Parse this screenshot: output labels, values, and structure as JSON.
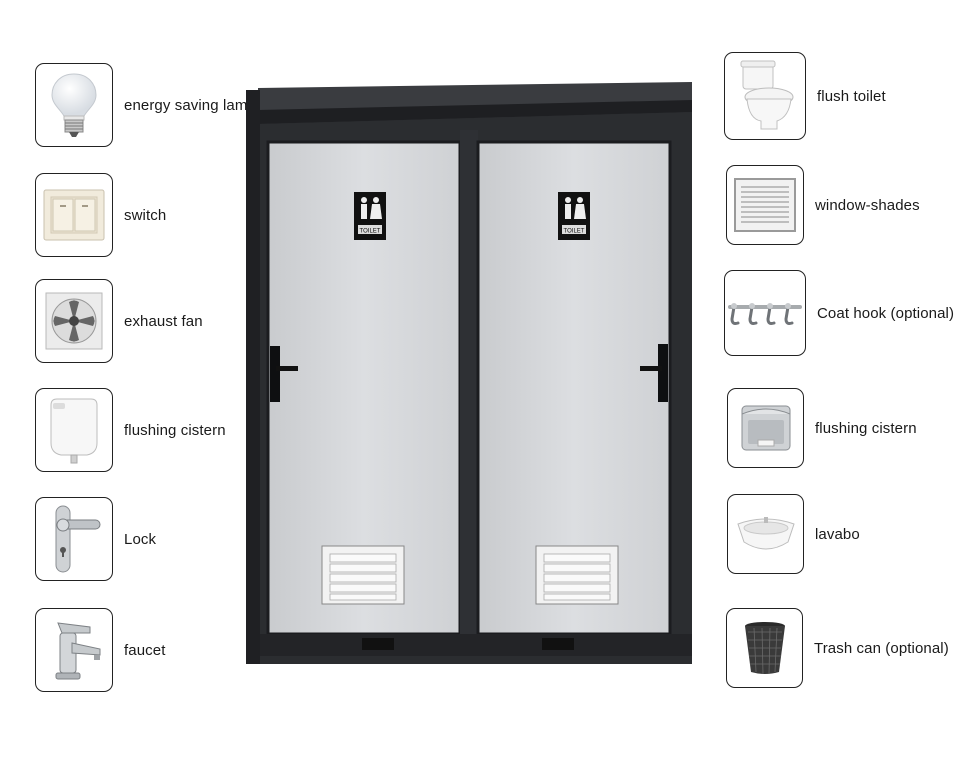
{
  "cabin": {
    "door_sign_text": "TOILET"
  },
  "left_features": [
    {
      "label": "energy saving lamp",
      "icon": "bulb-icon"
    },
    {
      "label": "switch",
      "icon": "switch-icon"
    },
    {
      "label": "exhaust fan",
      "icon": "exhaust-fan-icon"
    },
    {
      "label": "flushing cistern",
      "icon": "cistern-icon"
    },
    {
      "label": "Lock",
      "icon": "door-lock-icon"
    },
    {
      "label": "faucet",
      "icon": "faucet-icon"
    }
  ],
  "right_features": [
    {
      "label": "flush toilet",
      "icon": "toilet-icon"
    },
    {
      "label": "window-shades",
      "icon": "window-shades-icon"
    },
    {
      "label": "Coat hook (optional)",
      "icon": "coat-hook-icon"
    },
    {
      "label": "flushing cistern",
      "icon": "paper-holder-icon"
    },
    {
      "label": "lavabo",
      "icon": "sink-icon"
    },
    {
      "label": "Trash can (optional)",
      "icon": "trash-can-icon"
    }
  ]
}
